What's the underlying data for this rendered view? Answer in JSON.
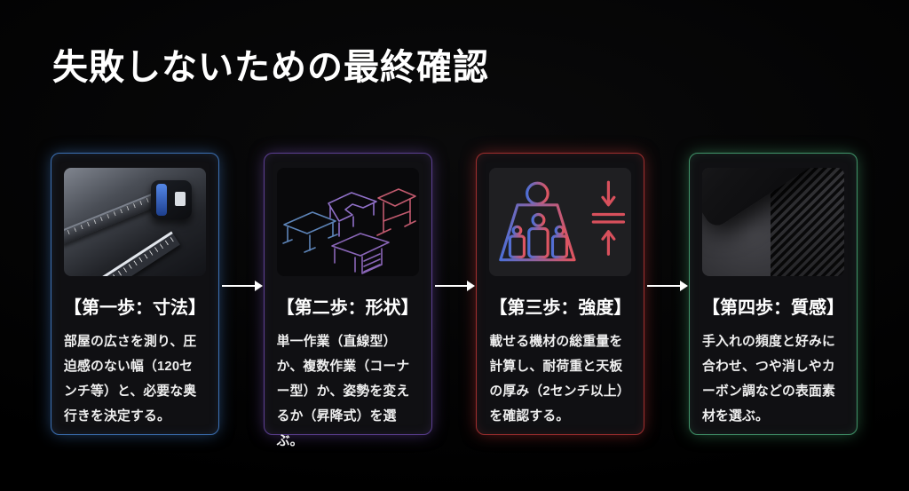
{
  "slide": {
    "title": "失敗しないための最終確認",
    "background": "#000000",
    "title_color": "#ffffff"
  },
  "flow": {
    "arrow_color": "#ffffff"
  },
  "steps": [
    {
      "title": "【第一歩：寸法】",
      "body": "部屋の広さを測り、圧迫感のない幅（120センチ等）と、必要な奥行きを決定する。",
      "accent": "#3c70b4",
      "glow": "rgba(70,130,205,0.55)",
      "image": "tape-measure-ruler-photo"
    },
    {
      "title": "【第二歩：形状】",
      "body": "単一作業（直線型）か、複数作業（コーナー型）か、姿勢を変えるか（昇降式）を選ぶ。",
      "accent": "#5c3f93",
      "glow": "rgba(130,90,200,0.5)",
      "image": "desk-shape-wireframes"
    },
    {
      "title": "【第三歩：強度】",
      "body": "載せる機材の総重量を計算し、耐荷重と天板の厚み（2センチ以上）を確認する。",
      "accent": "#a02e2e",
      "glow": "rgba(210,60,60,0.5)",
      "image": "load-weight-thickness-icon"
    },
    {
      "title": "【第四歩：質感】",
      "body": "手入れの頻度と好みに合わせ、つや消しやカーボン調などの表面素材を選ぶ。",
      "accent": "#41946a",
      "glow": "rgba(75,180,120,0.5)",
      "image": "matte-carbon-texture-photo"
    }
  ]
}
